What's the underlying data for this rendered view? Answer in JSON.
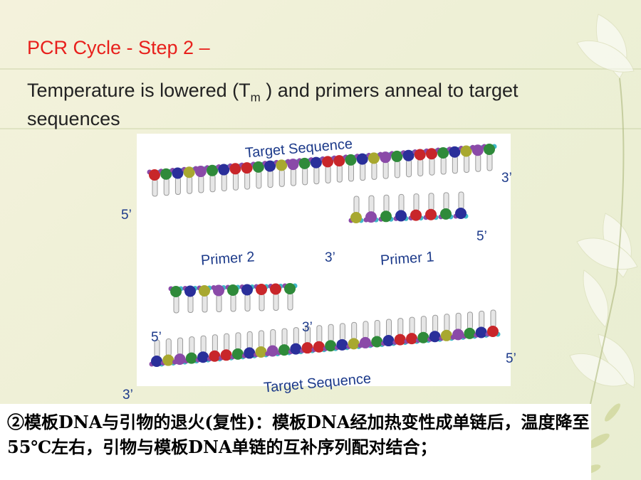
{
  "slide": {
    "title": "PCR Cycle - Step 2 –",
    "subtitle_pre": "Temperature is lowered (T",
    "subtitle_sub": "m",
    "subtitle_post": " ) and primers anneal to target sequences",
    "caption": "②模板DNA与引物的退火(复性)：模板DNA经加热变性成单链后，温度降至55℃左右，引物与模板DNA单链的互补序列配对结合；"
  },
  "figure": {
    "top_strand_label": "Target Sequence",
    "bottom_strand_label": "Target Sequence",
    "primer1_label": "Primer 1",
    "primer2_label": "Primer 2",
    "end_top_left": "5’",
    "end_top_right": "3’",
    "end_primer1_right": "5’",
    "end_primer1_left": "3’",
    "end_bottom_left": "5’",
    "end_bottom_right": "5’",
    "end_primer2_right": "3’",
    "end_bottom_far_left": "3’"
  },
  "colors": {
    "title": "#e8201c",
    "label_blue": "#1c3a8a",
    "bead_red": "#c8262a",
    "bead_green": "#2f8a3a",
    "bead_blue": "#2a2f9a",
    "bead_purple": "#8a4aa8",
    "bead_olive": "#a8a830",
    "bead_cyan": "#3fb8c8"
  }
}
